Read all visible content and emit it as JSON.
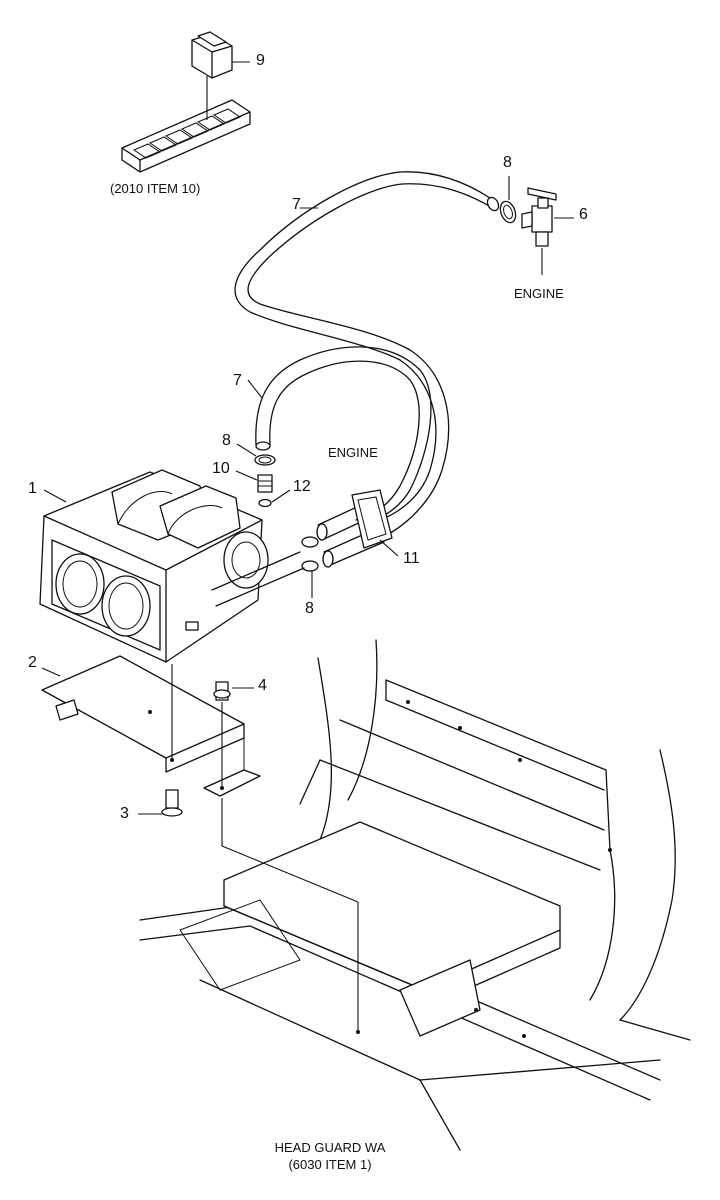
{
  "callouts": {
    "c1": "1",
    "c2": "2",
    "c3": "3",
    "c4": "4",
    "c6": "6",
    "c7a": "7",
    "c7b": "7",
    "c8a": "8",
    "c8b": "8",
    "c8c": "8",
    "c9": "9",
    "c10": "10",
    "c11": "11",
    "c12": "12"
  },
  "captions": {
    "switch_ref": "(2010 ITEM 10)",
    "engine_top": "ENGINE",
    "engine_mid": "ENGINE",
    "head_guard_line1": "HEAD GUARD WA",
    "head_guard_line2": "(6030 ITEM 1)"
  }
}
